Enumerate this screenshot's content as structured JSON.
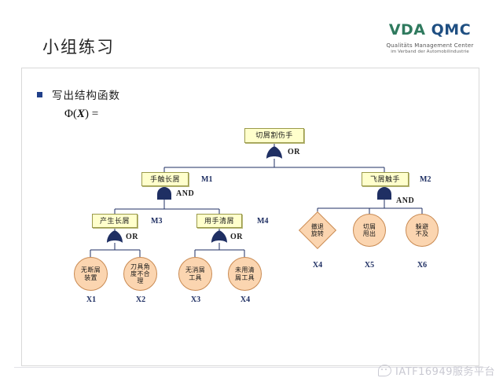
{
  "slide": {
    "title": "小组练习",
    "bullet_text": "写出结构函数",
    "formula_prefix": "Φ(",
    "formula_var": "X",
    "formula_suffix": ") ="
  },
  "logo": {
    "word_vda": "VDA",
    "word_qmc": "QMC",
    "subtitle_1": "Qualitäts Management Center",
    "subtitle_2": "im Verband der Automobilindustrie",
    "color_vda": "#2f7a5e",
    "color_qmc": "#1f4f82"
  },
  "colors": {
    "box_fill": "#ffffcc",
    "box_border": "#9a9a4a",
    "event_fill": "#fbd5b0",
    "event_border": "#c98a52",
    "gate_fill": "#1f2f63",
    "label_blue": "#1f2f63",
    "bullet": "#21408a",
    "frame_border": "#d8d8d8"
  },
  "fault_tree": {
    "top_event": {
      "label": "切屑割伤手",
      "gate": "OR"
    },
    "intermediate": [
      {
        "label": "手触长屑",
        "code": "M1",
        "gate": "AND"
      },
      {
        "label": "飞屑触手",
        "code": "M2",
        "gate": "AND"
      },
      {
        "label": "产生长屑",
        "code": "M3",
        "gate": "OR"
      },
      {
        "label": "用手清屑",
        "code": "M4",
        "gate": "OR"
      }
    ],
    "basic_events": [
      {
        "label_line1": "无断屑",
        "label_line2": "装置",
        "code": "X1",
        "shape": "circle"
      },
      {
        "label_line1": "刀具角",
        "label_line2": "度不合",
        "label_line3": "理",
        "code": "X2",
        "shape": "circle"
      },
      {
        "label_line1": "无消屑",
        "label_line2": "工具",
        "code": "X3",
        "shape": "circle"
      },
      {
        "label_line1": "未用清",
        "label_line2": "屑工具",
        "code": "X4",
        "shape": "circle"
      },
      {
        "label_line1": "撤退",
        "label_line2": "旋转",
        "code": "X4",
        "shape": "diamond"
      },
      {
        "label_line1": "切屑",
        "label_line2": "甩出",
        "code": "X5",
        "shape": "circle"
      },
      {
        "label_line1": "躲避",
        "label_line2": "不及",
        "code": "X6",
        "shape": "circle"
      }
    ]
  },
  "footer": {
    "watermark_text": "IATF16949服务平台",
    "icon": "wechat-icon"
  }
}
